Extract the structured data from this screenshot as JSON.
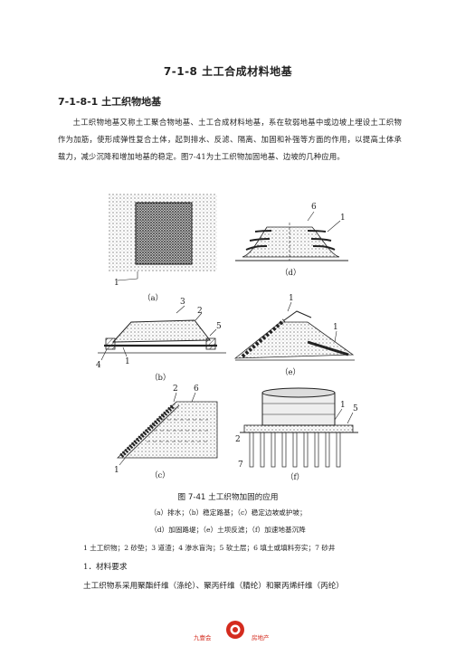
{
  "heading": "7-1-8  土工合成材料地基",
  "subheading": "7-1-8-1  土工织物地基",
  "intro": "土工织物地基又称土工聚合物地基、土工合成材料地基，系在软弱地基中或边坡上埋设土工织物作为加筋，使形成弹性复合土体，起到排水、反滤、隔离、加固和补强等方面的作用，以提高土体承载力，减少沉降和增加地基的稳定。图7-41为土工织物加固地基、边坡的几种应用。",
  "figure": {
    "panels": {
      "a": "（a）",
      "b": "（b）",
      "c": "（c）",
      "d": "（d）",
      "e": "（e）",
      "f": "（f）"
    },
    "numbers": [
      "1",
      "2",
      "3",
      "4",
      "5",
      "6",
      "7"
    ],
    "caption": "图 7-41  土工织物加固的应用",
    "caption_line1": "（a）排水；（b）稳定路基；（c）稳定边坡或护坡；",
    "caption_line2": "（d）加固路堤；（e）土坝反滤；（f）加速地基沉降",
    "legend": "1 土工织物；2 砂垫；3 道渣；4 渗水盲沟；5 软土层；6 填土或填料夯实；7 砂井"
  },
  "section": "1．材料要求",
  "body_start": "土工织物系采用聚酯纤维（涤纶）、聚丙纤维（腈纶）和聚丙烯纤维（丙纶）",
  "logo": {
    "left_text": "九壹会",
    "right_text": "房地产",
    "color": "#d42b1e"
  }
}
